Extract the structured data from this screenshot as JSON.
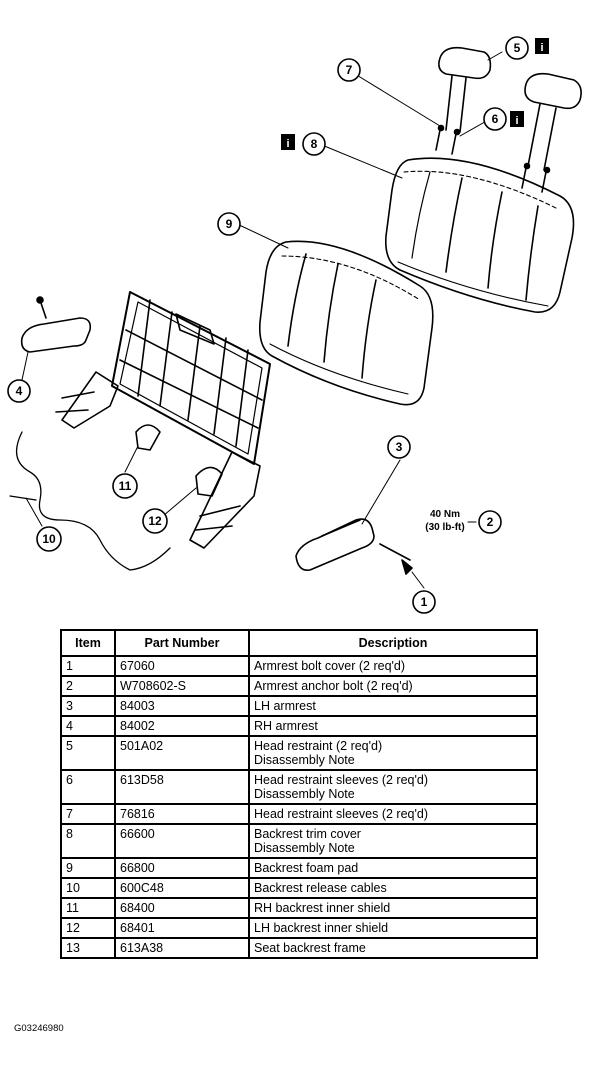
{
  "diagram": {
    "callouts": [
      {
        "id": "1",
        "label": "1"
      },
      {
        "id": "2",
        "label": "2"
      },
      {
        "id": "3",
        "label": "3"
      },
      {
        "id": "4",
        "label": "4"
      },
      {
        "id": "5",
        "label": "5"
      },
      {
        "id": "6",
        "label": "6"
      },
      {
        "id": "7",
        "label": "7"
      },
      {
        "id": "8",
        "label": "8"
      },
      {
        "id": "9",
        "label": "9"
      },
      {
        "id": "10",
        "label": "10"
      },
      {
        "id": "11",
        "label": "11"
      },
      {
        "id": "12",
        "label": "12"
      }
    ],
    "info_icon_glyph": "i",
    "torque_line1": "40 Nm",
    "torque_line2": "(30 lb-ft)"
  },
  "table": {
    "headers": {
      "item": "Item",
      "part_number": "Part Number",
      "description": "Description"
    },
    "rows": [
      {
        "item": "1",
        "part": "67060",
        "desc": "Armrest bolt cover (2 req'd)",
        "desc2": ""
      },
      {
        "item": "2",
        "part": "W708602-S",
        "desc": "Armrest anchor bolt (2 req'd)",
        "desc2": ""
      },
      {
        "item": "3",
        "part": "84003",
        "desc": "LH armrest",
        "desc2": ""
      },
      {
        "item": "4",
        "part": "84002",
        "desc": "RH armrest",
        "desc2": ""
      },
      {
        "item": "5",
        "part": "501A02",
        "desc": "Head restraint (2 req'd)",
        "desc2": "Disassembly Note"
      },
      {
        "item": "6",
        "part": "613D58",
        "desc": "Head restraint sleeves (2 req'd)",
        "desc2": "Disassembly Note"
      },
      {
        "item": "7",
        "part": "76816",
        "desc": "Head restraint sleeves (2 req'd)",
        "desc2": ""
      },
      {
        "item": "8",
        "part": "66600",
        "desc": "Backrest trim cover",
        "desc2": "Disassembly Note"
      },
      {
        "item": "9",
        "part": "66800",
        "desc": "Backrest foam pad",
        "desc2": ""
      },
      {
        "item": "10",
        "part": "600C48",
        "desc": "Backrest release cables",
        "desc2": ""
      },
      {
        "item": "11",
        "part": "68400",
        "desc": "RH backrest inner shield",
        "desc2": ""
      },
      {
        "item": "12",
        "part": "68401",
        "desc": "LH backrest inner shield",
        "desc2": ""
      },
      {
        "item": "13",
        "part": "613A38",
        "desc": "Seat backrest frame",
        "desc2": ""
      }
    ]
  },
  "figure_id": "G03246980"
}
